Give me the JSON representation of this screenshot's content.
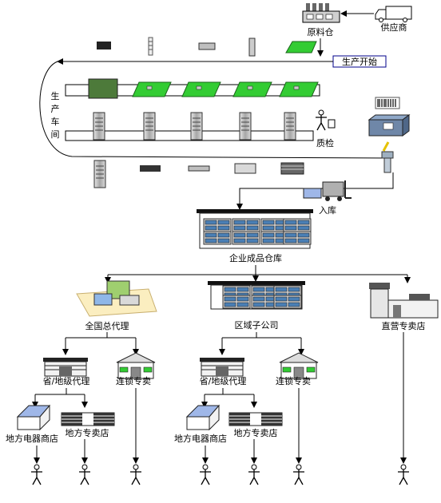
{
  "labels": {
    "supplier": "供应商",
    "raw_warehouse": "原料仓",
    "production_start": "生产开始",
    "workshop": [
      "生",
      "产",
      "车",
      "间"
    ],
    "quality_check": "质检",
    "warehousing": "入库",
    "enterprise_warehouse": "企业成品仓库",
    "national_agent": "全国总代理",
    "regional_subsidiary": "区域子公司",
    "direct_store": "直营专卖店",
    "provincial_agent": "省/地级代理",
    "chain_store": "连锁专卖",
    "local_appliance_store": "地方电器商店",
    "local_specialty_store": "地方专卖店"
  },
  "colors": {
    "board_green": "#33cc33",
    "server_gray": "#bfbfbf",
    "line": "#000000",
    "label_box_border": "#00008b"
  }
}
